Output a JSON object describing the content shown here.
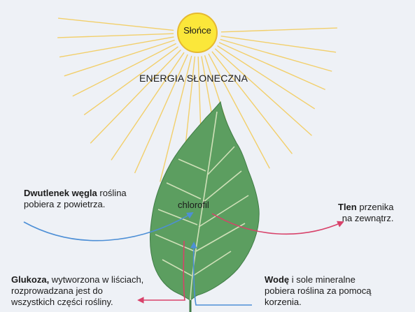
{
  "sun": {
    "label": "Słońce"
  },
  "energy_label": "ENERGIA SŁONECZNA",
  "chlorophyll_label": "chlorofil",
  "co2": {
    "bold": "Dwutlenek węgla",
    "rest1": " roślina",
    "line2": "pobiera z powietrza."
  },
  "oxygen": {
    "bold": "Tlen",
    "rest1": " przenika",
    "line2": "na zewnątrz."
  },
  "glucose": {
    "bold": "Glukoza,",
    "rest1": " wytworzona w liściach,",
    "line2": "rozprowadzana jest do",
    "line3": "wszystkich części rośliny."
  },
  "water": {
    "bold": "Wodę",
    "rest1": " i sole mineralne",
    "line2": "pobiera roślina za pomocą",
    "line3": "korzenia."
  },
  "colors": {
    "sun_fill": "#fbe73a",
    "ray": "#f2cf6a",
    "leaf": "#5c9e60",
    "leaf_vein": "#cfe0b8",
    "arrow_blue": "#4d8fd6",
    "arrow_red": "#d8426a"
  }
}
